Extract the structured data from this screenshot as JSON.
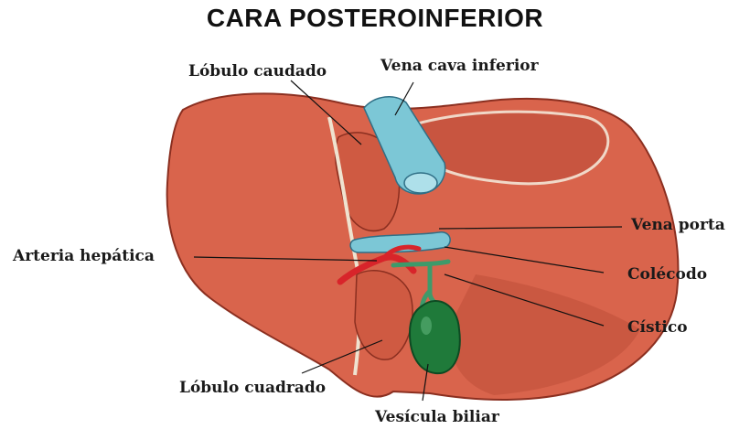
{
  "title": "CARA POSTEROINFERIOR",
  "labels": {
    "lobulo_caudado": "Lóbulo caudado",
    "vena_cava": "Vena cava inferior",
    "vena_porta": "Vena porta",
    "arteria_hepatica": "Arteria hepática",
    "colecodo": "Colécodo",
    "cistico": "Cístico",
    "lobulo_cuadrado": "Lóbulo cuadrado",
    "vesicula": "Vesícula biliar"
  },
  "colors": {
    "liver": "#d9644c",
    "liver_dark": "#b84a36",
    "vein": "#7cc7d6",
    "artery": "#d8242a",
    "duct": "#3e9a6a",
    "gallbladder": "#1f7a3a"
  }
}
